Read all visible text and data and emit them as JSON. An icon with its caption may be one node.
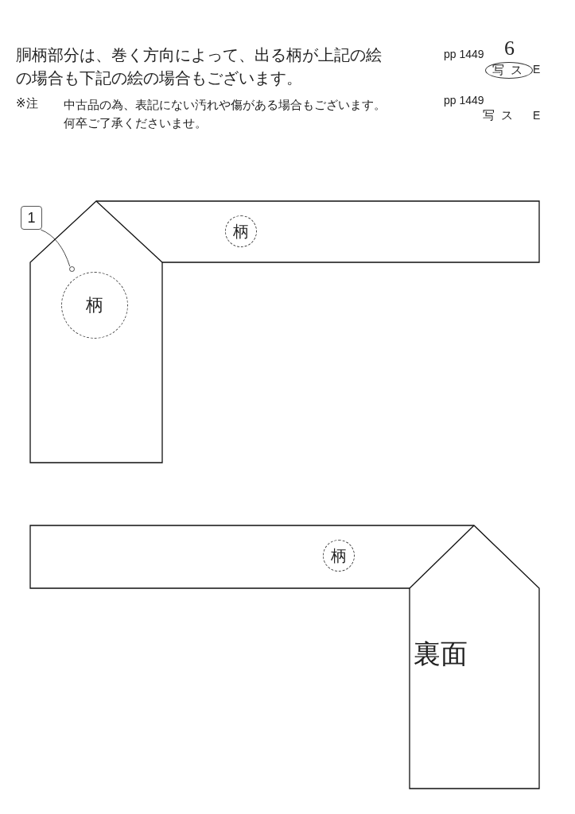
{
  "diagram": {
    "nodes": [
      {
        "text": [],
        "shape": "box"
      },
      {
        "text": [
          "柄"
        ],
        "in": 0
      },
      {
        "text": [
          "柄"
        ],
        "in": 0
      },
      {
        "text": [
          "1"
        ]
      },
      {
        "text": [],
        "shape": "circle",
        "in": 0
      },
      {
        "text": [
          "裏面"
        ]
      },
      {
        "text": [
          "柄"
        ],
        "in": 5
      }
    ],
    "edges": [
      {
        "from": 3,
        "to": 4,
        "arrow": "none"
      }
    ],
    "labels": [
      "胴柄部分は、巻く方向によって、出る柄が上記の絵の場合も下記の絵の場合もございます。",
      "※注",
      "中古品の為、表記にない汚れや傷がある場合もございます。何卒ご了承くださいませ。",
      "pp 1449",
      "6",
      "写ス",
      "E",
      "pp 1449",
      "写ス",
      "E"
    ]
  }
}
